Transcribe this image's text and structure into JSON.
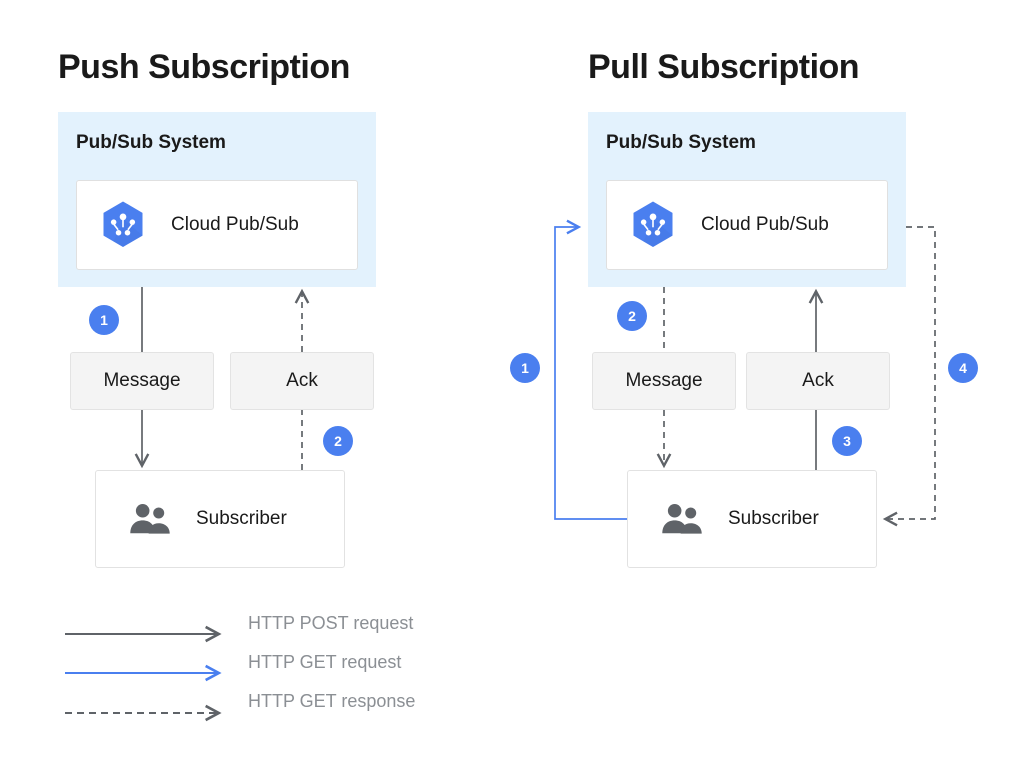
{
  "colors": {
    "panel_background": "#e3f2fd",
    "badge_blue": "#4a7fef",
    "get_request_blue": "#4a7fef",
    "post_request_gray": "#5f6368",
    "get_response_gray": "#5f6368",
    "chip_background": "#f4f4f4",
    "icon_blue": "#4a7fef",
    "people_icon_gray": "#5f6368",
    "legend_text": "#8b8f94",
    "page_background": "#ffffff"
  },
  "diagrams": [
    {
      "id": "push",
      "title": "Push Subscription",
      "panel": {
        "title": "Pub/Sub System",
        "service": {
          "label": "Cloud Pub/Sub",
          "icon": "cloud-pubsub-icon"
        }
      },
      "nodes": {
        "message": "Message",
        "ack": "Ack",
        "subscriber": "Subscriber",
        "subscriber_icon": "people-icon"
      },
      "steps": [
        {
          "number": "1",
          "flow": "HTTP POST request",
          "from": "Cloud Pub/Sub",
          "to": "Subscriber",
          "via": "Message",
          "style": "solid-gray"
        },
        {
          "number": "2",
          "flow": "HTTP GET response",
          "from": "Subscriber",
          "to": "Cloud Pub/Sub",
          "via": "Ack",
          "style": "dashed-gray"
        }
      ]
    },
    {
      "id": "pull",
      "title": "Pull Subscription",
      "panel": {
        "title": "Pub/Sub System",
        "service": {
          "label": "Cloud Pub/Sub",
          "icon": "cloud-pubsub-icon"
        }
      },
      "nodes": {
        "message": "Message",
        "ack": "Ack",
        "subscriber": "Subscriber",
        "subscriber_icon": "people-icon"
      },
      "steps": [
        {
          "number": "1",
          "flow": "HTTP GET request",
          "from": "Subscriber",
          "to": "Cloud Pub/Sub",
          "via": "",
          "style": "solid-blue"
        },
        {
          "number": "2",
          "flow": "HTTP GET response",
          "from": "Cloud Pub/Sub",
          "to": "Subscriber",
          "via": "Message",
          "style": "dashed-gray"
        },
        {
          "number": "3",
          "flow": "HTTP POST request",
          "from": "Subscriber",
          "to": "Cloud Pub/Sub",
          "via": "Ack",
          "style": "solid-gray"
        },
        {
          "number": "4",
          "flow": "HTTP GET response",
          "from": "Cloud Pub/Sub",
          "to": "Subscriber",
          "via": "",
          "style": "dashed-gray"
        }
      ]
    }
  ],
  "legend": {
    "items": [
      {
        "label": "HTTP POST request",
        "style": "solid-gray",
        "color": "#5f6368"
      },
      {
        "label": "HTTP GET request",
        "style": "solid-blue",
        "color": "#4a7fef"
      },
      {
        "label": "HTTP GET response",
        "style": "dashed-gray",
        "color": "#5f6368"
      }
    ]
  }
}
